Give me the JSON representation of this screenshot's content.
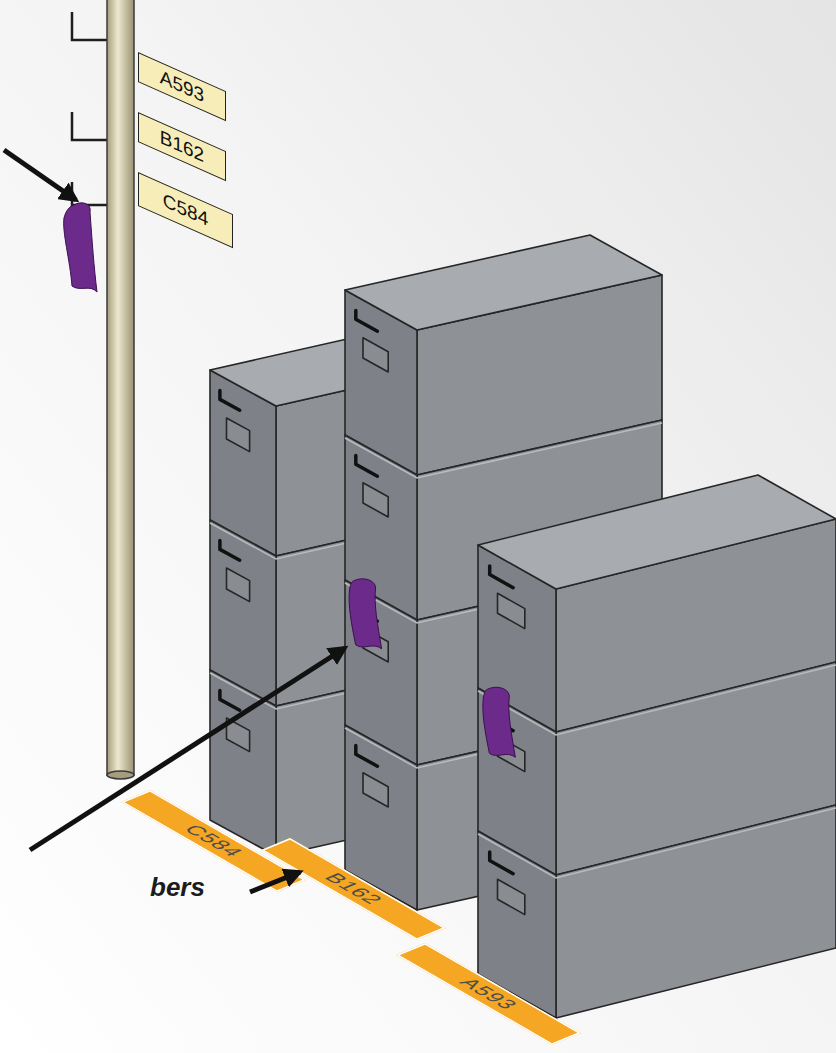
{
  "diagram": {
    "nodes": [
      {
        "text": [
          "A593"
        ]
      },
      {
        "text": [
          "B162"
        ]
      },
      {
        "text": [
          "C584"
        ]
      },
      {
        "text": [
          "C584"
        ]
      },
      {
        "text": [
          "B162"
        ]
      },
      {
        "text": [
          "A593"
        ]
      }
    ],
    "labels": [
      "bers"
    ]
  }
}
